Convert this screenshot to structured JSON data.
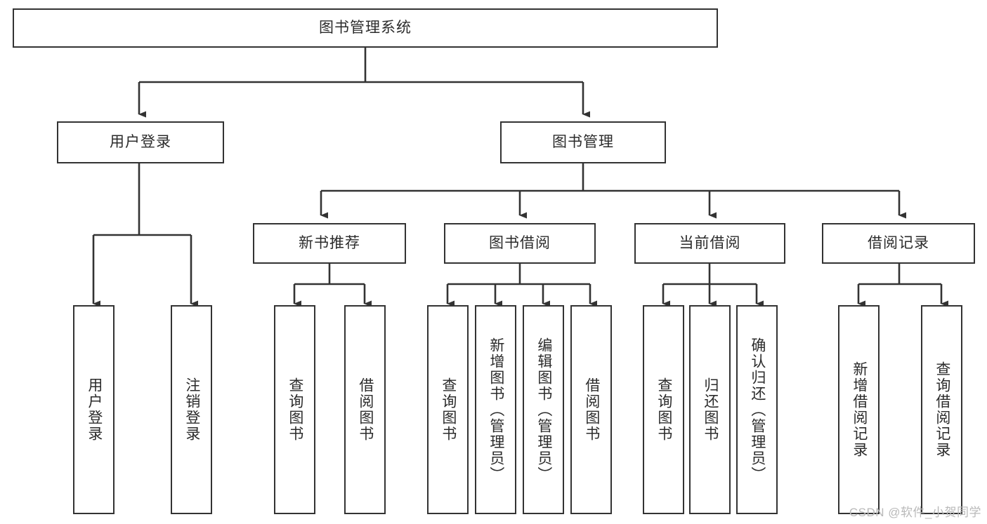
{
  "diagram": {
    "type": "tree",
    "title": "图书管理系统",
    "watermark": "CSDN @软件_小贺同学",
    "colors": {
      "box_border": "#333333",
      "box_fill": "#ffffff",
      "edge": "#333333",
      "text": "#2b2b2b",
      "watermark": "#b9b9b9",
      "background": "#ffffff"
    },
    "nodes": {
      "root": {
        "label": "图书管理系统",
        "orientation": "horizontal",
        "level": 0
      },
      "l1_0": {
        "label": "用户登录",
        "orientation": "horizontal",
        "level": 1
      },
      "l1_1": {
        "label": "图书管理",
        "orientation": "horizontal",
        "level": 1
      },
      "l2_0": {
        "label": "新书推荐",
        "orientation": "horizontal",
        "level": 2
      },
      "l2_1": {
        "label": "图书借阅",
        "orientation": "horizontal",
        "level": 2
      },
      "l2_2": {
        "label": "当前借阅",
        "orientation": "horizontal",
        "level": 2
      },
      "l2_3": {
        "label": "借阅记录",
        "orientation": "horizontal",
        "level": 2
      },
      "l3_00": {
        "label": "用户登录",
        "orientation": "vertical",
        "level": 3
      },
      "l3_01": {
        "label": "注销登录",
        "orientation": "vertical",
        "level": 3
      },
      "l3_10": {
        "label": "查询图书",
        "orientation": "vertical",
        "level": 3
      },
      "l3_11": {
        "label": "借阅图书",
        "orientation": "vertical",
        "level": 3
      },
      "l3_20": {
        "label": "查询图书",
        "orientation": "vertical",
        "level": 3
      },
      "l3_21": {
        "label": "新增图书（管理员）",
        "orientation": "vertical",
        "level": 3
      },
      "l3_22": {
        "label": "编辑图书（管理员）",
        "orientation": "vertical",
        "level": 3
      },
      "l3_23": {
        "label": "借阅图书",
        "orientation": "vertical",
        "level": 3
      },
      "l3_30": {
        "label": "查询图书",
        "orientation": "vertical",
        "level": 3
      },
      "l3_31": {
        "label": "归还图书",
        "orientation": "vertical",
        "level": 3
      },
      "l3_32": {
        "label": "确认归还（管理员）",
        "orientation": "vertical",
        "level": 3
      },
      "l3_40": {
        "label": "新增借阅记录",
        "orientation": "vertical",
        "level": 3
      },
      "l3_41": {
        "label": "查询借阅记录",
        "orientation": "vertical",
        "level": 3
      }
    },
    "edges": [
      {
        "from": "root",
        "to": "l1_0"
      },
      {
        "from": "root",
        "to": "l1_1"
      },
      {
        "from": "l1_1",
        "to": "l2_0"
      },
      {
        "from": "l1_1",
        "to": "l2_1"
      },
      {
        "from": "l1_1",
        "to": "l2_2"
      },
      {
        "from": "l1_1",
        "to": "l2_3"
      },
      {
        "from": "l1_0",
        "to": "l3_00"
      },
      {
        "from": "l1_0",
        "to": "l3_01"
      },
      {
        "from": "l2_0",
        "to": "l3_10"
      },
      {
        "from": "l2_0",
        "to": "l3_11"
      },
      {
        "from": "l2_1",
        "to": "l3_20"
      },
      {
        "from": "l2_1",
        "to": "l3_21"
      },
      {
        "from": "l2_1",
        "to": "l3_22"
      },
      {
        "from": "l2_1",
        "to": "l3_23"
      },
      {
        "from": "l2_2",
        "to": "l3_30"
      },
      {
        "from": "l2_2",
        "to": "l3_31"
      },
      {
        "from": "l2_2",
        "to": "l3_32"
      },
      {
        "from": "l2_3",
        "to": "l3_40"
      },
      {
        "from": "l2_3",
        "to": "l3_41"
      }
    ]
  }
}
